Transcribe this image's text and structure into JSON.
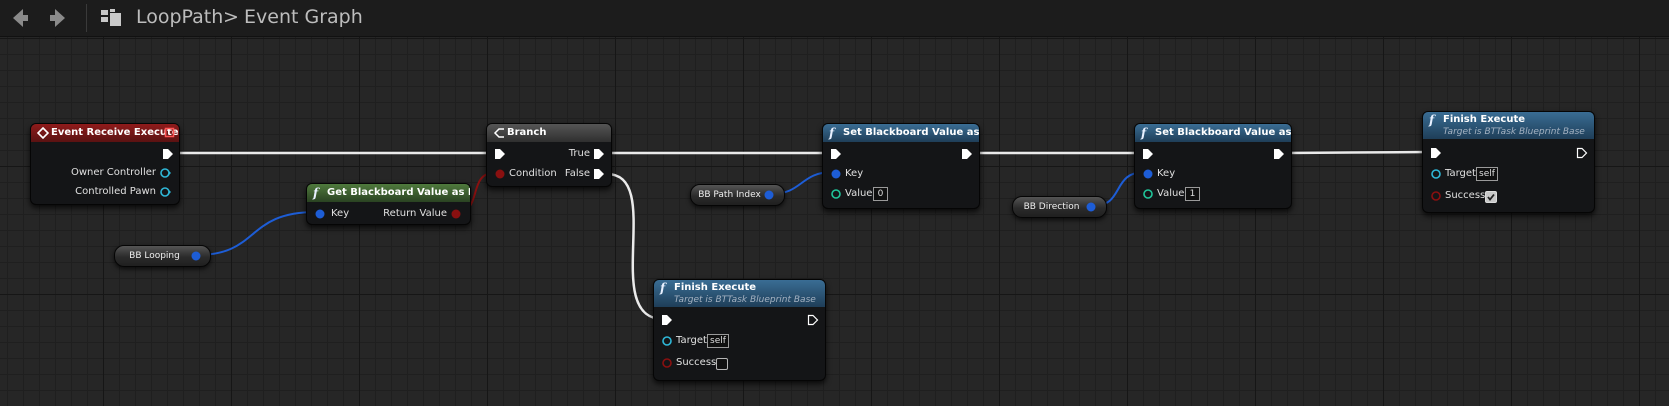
{
  "breadcrumb": {
    "asset": "LoopPath",
    "separator": ">",
    "graph": "Event Graph"
  },
  "icons": {
    "back": "back-arrow-icon",
    "forward": "forward-arrow-icon",
    "graph": "blueprint-graph-icon"
  },
  "colors": {
    "exec": "#ffffff",
    "object": "#2fb8d8",
    "name": "#1d5dd6",
    "bool": "#8a1010",
    "int": "#20c69a",
    "event_header": "#8f1b1b",
    "function_header": "#3a6d94",
    "pure_header": "#4f7a3d"
  },
  "nodes": {
    "event": {
      "title": "Event Receive Execute AI",
      "pins": [
        "Owner Controller",
        "Controlled Pawn"
      ]
    },
    "getbb": {
      "title": "Get Blackboard Value as Bool",
      "input": "Key",
      "output": "Return Value"
    },
    "branch": {
      "title": "Branch",
      "condition": "Condition",
      "true": "True",
      "false": "False"
    },
    "setbb1": {
      "title": "Set Blackboard Value as Int",
      "key": "Key",
      "value": "Value",
      "value_default": "0"
    },
    "setbb2": {
      "title": "Set Blackboard Value as Int",
      "key": "Key",
      "value": "Value",
      "value_default": "1"
    },
    "finish_top": {
      "title": "Finish Execute",
      "subtitle": "Target is BTTask Blueprint Base",
      "target": "Target",
      "target_default": "self",
      "success": "Success",
      "success_checked": true
    },
    "finish_bottom": {
      "title": "Finish Execute",
      "subtitle": "Target is BTTask Blueprint Base",
      "target": "Target",
      "target_default": "self",
      "success": "Success",
      "success_checked": false
    }
  },
  "variables": {
    "looping": "BB Looping",
    "path_index": "BB Path Index",
    "direction": "BB Direction"
  }
}
